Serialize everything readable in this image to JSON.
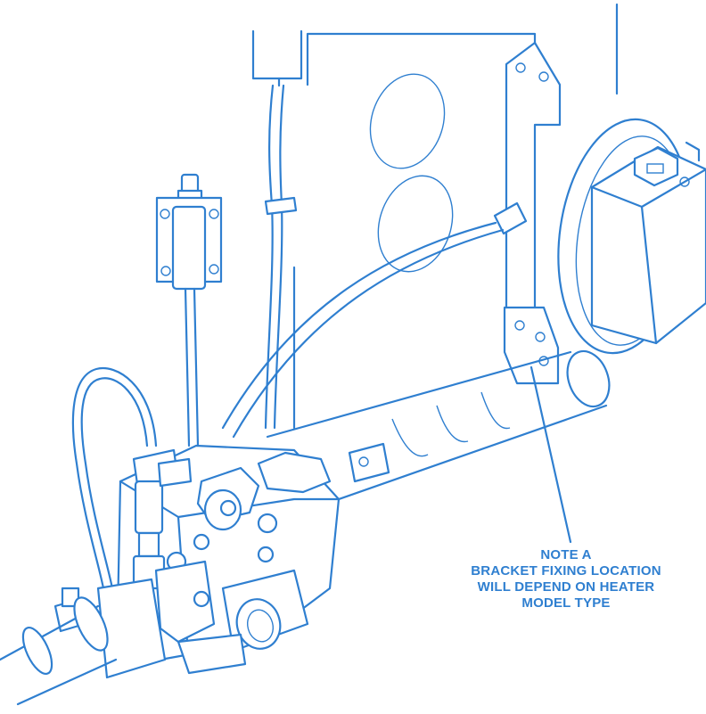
{
  "note": {
    "lines": [
      "NOTE A",
      "BRACKET FIXING LOCATION",
      "WILL DEPEND ON HEATER",
      "MODEL TYPE"
    ]
  },
  "colors": {
    "line": "#2f7fd0",
    "background": "#ffffff"
  }
}
